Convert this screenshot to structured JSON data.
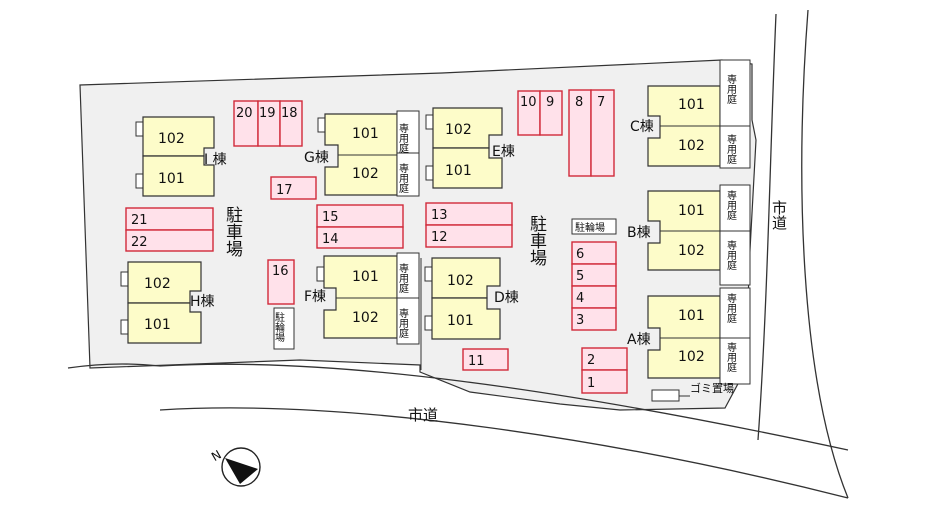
{
  "road_labels": {
    "right": "市道",
    "bottom": "市道"
  },
  "parking_label": "駐車場",
  "bike_parking_label": "駐輪場",
  "garden_label": "専用庭",
  "garbage_label": "ゴミ置場",
  "unit_upper": "102",
  "unit_lower": "101",
  "buildings": {
    "A": "A棟",
    "B": "B棟",
    "C": "C棟",
    "D": "D棟",
    "E": "E棟",
    "F": "F棟",
    "G": "G棟",
    "H": "H棟",
    "I": "I 棟"
  },
  "lots": [
    "1",
    "2",
    "3",
    "4",
    "5",
    "6",
    "7",
    "8",
    "9",
    "10",
    "11",
    "12",
    "13",
    "14",
    "15",
    "16",
    "17",
    "18",
    "19",
    "20",
    "21",
    "22"
  ],
  "compass_label": "N"
}
